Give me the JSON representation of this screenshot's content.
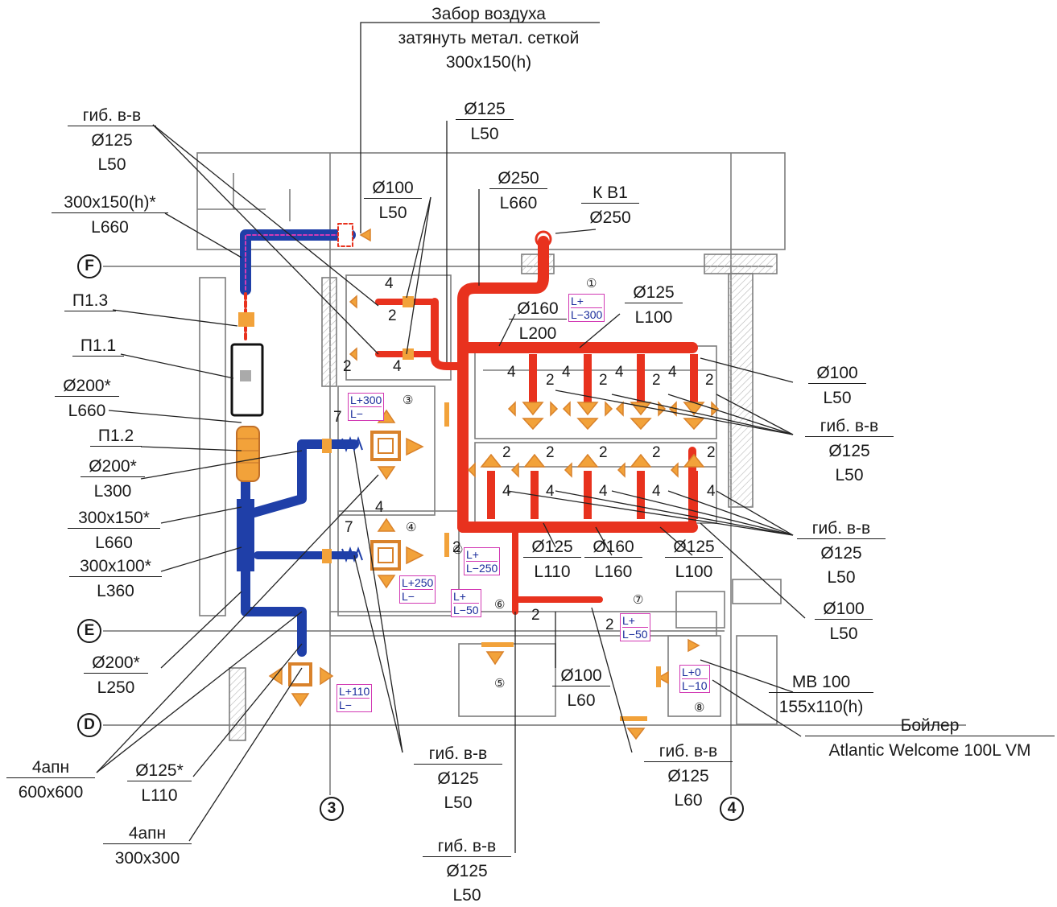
{
  "colors": {
    "supply": "#e8321e",
    "exhaust": "#1f3fa8",
    "grille": "#f2a23a",
    "walls": "#8a8a8a",
    "tag_border": "#d23ab4",
    "tag_text": "#1b2d9c"
  },
  "axes": [
    "F",
    "E",
    "D",
    "3",
    "4"
  ],
  "labels": {
    "air_intake": [
      "Забор воздуха",
      "затянуть метал. сеткой",
      "300x150(h)"
    ],
    "flex_top_left": [
      "гиб. в-в",
      "Ø125",
      "L50"
    ],
    "duct_300x150_top": [
      "300x150(h)*",
      "L660"
    ],
    "p13": [
      "П1.3"
    ],
    "p11": [
      "П1.1"
    ],
    "d200_l660": [
      "Ø200*",
      "L660"
    ],
    "p12": [
      "П1.2"
    ],
    "d200_l300": [
      "Ø200*",
      "L300"
    ],
    "duct_300x150_mid": [
      "300x150*",
      "L660"
    ],
    "duct_300x100": [
      "300x100*",
      "L360"
    ],
    "d200_l250": [
      "Ø200*",
      "L250"
    ],
    "apn_600": [
      "4апн",
      "600x600"
    ],
    "d125_l110_star": [
      "Ø125*",
      "L110"
    ],
    "apn_300": [
      "4апн",
      "300x300"
    ],
    "d125_l50_top": [
      "Ø125",
      "L50"
    ],
    "d100_l50_top": [
      "Ø100",
      "L50"
    ],
    "d250_l660": [
      "Ø250",
      "L660"
    ],
    "kv1": [
      "К В1",
      "Ø250"
    ],
    "d160_l200": [
      "Ø160",
      "L200"
    ],
    "d125_l100_top": [
      "Ø125",
      "L100"
    ],
    "d100_l50_right": [
      "Ø100",
      "L50"
    ],
    "flex_right_1": [
      "гиб. в-в",
      "Ø125",
      "L50"
    ],
    "flex_right_2": [
      "гиб. в-в",
      "Ø125",
      "L50"
    ],
    "d100_l50_low": [
      "Ø100",
      "L50"
    ],
    "d125_l110": [
      "Ø125",
      "L110"
    ],
    "d160_l160": [
      "Ø160",
      "L160"
    ],
    "d125_l100_low": [
      "Ø125",
      "L100"
    ],
    "d100_l60": [
      "Ø100",
      "L60"
    ],
    "mb100": [
      "МВ 100",
      "155x110(h)"
    ],
    "boiler": [
      "Бойлер",
      "Atlantic Welcome 100L VM"
    ],
    "flex_bottom_mid": [
      "гиб. в-в",
      "Ø125",
      "L50"
    ],
    "flex_bottom_right": [
      "гиб. в-в",
      "Ø125",
      "L60"
    ],
    "flex_bottom": [
      "гиб. в-в",
      "Ø125",
      "L50"
    ]
  },
  "tags": [
    [
      "L+",
      "L−300"
    ],
    [
      "L+300",
      "L−"
    ],
    [
      "L+",
      "L−250"
    ],
    [
      "L+250",
      "L−"
    ],
    [
      "L+",
      "L−50"
    ],
    [
      "L+",
      "L−50"
    ],
    [
      "L+0",
      "L−10"
    ],
    [
      "L+110",
      "L−"
    ]
  ],
  "rooms": [
    "①",
    "②",
    "③",
    "④",
    "⑤",
    "⑥",
    "⑦",
    "⑧"
  ],
  "fitting_numbers": [
    "4",
    "2",
    "2",
    "4",
    "7",
    "7",
    "2",
    "2",
    "4",
    "2",
    "4",
    "2",
    "4",
    "2",
    "4",
    "2",
    "4",
    "2",
    "2",
    "2",
    "2",
    "2",
    "4",
    "4",
    "4",
    "4",
    "4",
    "2"
  ]
}
